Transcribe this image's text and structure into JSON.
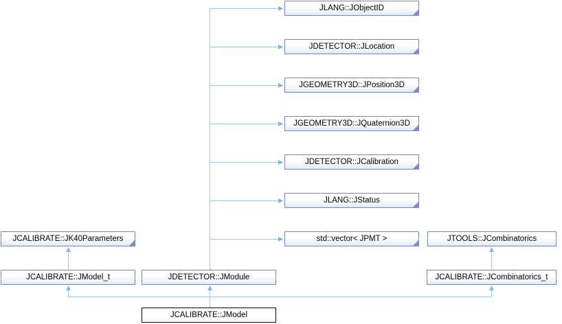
{
  "diagram": {
    "kind": "class-collaboration-graph",
    "main_class": "JCALIBRATE::JModel",
    "nodes": [
      {
        "label": "JLANG::JObjectID"
      },
      {
        "label": "JDETECTOR::JLocation"
      },
      {
        "label": "JGEOMETRY3D::JPosition3D"
      },
      {
        "label": "JGEOMETRY3D::JQuaternion3D"
      },
      {
        "label": "JDETECTOR::JCalibration"
      },
      {
        "label": "JLANG::JStatus"
      },
      {
        "label": "std::vector< JPMT >"
      },
      {
        "label": "JTOOLS::JCombinatorics"
      },
      {
        "label": "JCALIBRATE::JK40Parameters"
      },
      {
        "label": "JCALIBRATE::JModel_t"
      },
      {
        "label": "JDETECTOR::JModule"
      },
      {
        "label": "JCALIBRATE::JCombinatorics_t"
      },
      {
        "label": "JCALIBRATE::JModel"
      }
    ],
    "edges": [
      {
        "from": "JDETECTOR::JModule",
        "to": "JLANG::JObjectID"
      },
      {
        "from": "JDETECTOR::JModule",
        "to": "JDETECTOR::JLocation"
      },
      {
        "from": "JDETECTOR::JModule",
        "to": "JGEOMETRY3D::JPosition3D"
      },
      {
        "from": "JDETECTOR::JModule",
        "to": "JGEOMETRY3D::JQuaternion3D"
      },
      {
        "from": "JDETECTOR::JModule",
        "to": "JDETECTOR::JCalibration"
      },
      {
        "from": "JDETECTOR::JModule",
        "to": "JLANG::JStatus"
      },
      {
        "from": "JDETECTOR::JModule",
        "to": "std::vector< JPMT >"
      },
      {
        "from": "JCALIBRATE::JModel_t",
        "to": "JCALIBRATE::JK40Parameters"
      },
      {
        "from": "JCALIBRATE::JCombinatorics_t",
        "to": "JTOOLS::JCombinatorics"
      },
      {
        "from": "JCALIBRATE::JModel",
        "to": "JCALIBRATE::JModel_t"
      },
      {
        "from": "JCALIBRATE::JModel",
        "to": "JDETECTOR::JModule"
      },
      {
        "from": "JCALIBRATE::JModel",
        "to": "JCALIBRATE::JCombinatorics_t"
      }
    ],
    "colors": {
      "edge_line": "#9cc6e3",
      "edge_arrow": "#85b6dc",
      "node_border": "#7486b9",
      "node_fill_bottom": "#e4e9f5",
      "fold_corner": "#7e90c0",
      "main_node_border": "#000000",
      "text": "#000000",
      "background": "#ffffff"
    }
  }
}
